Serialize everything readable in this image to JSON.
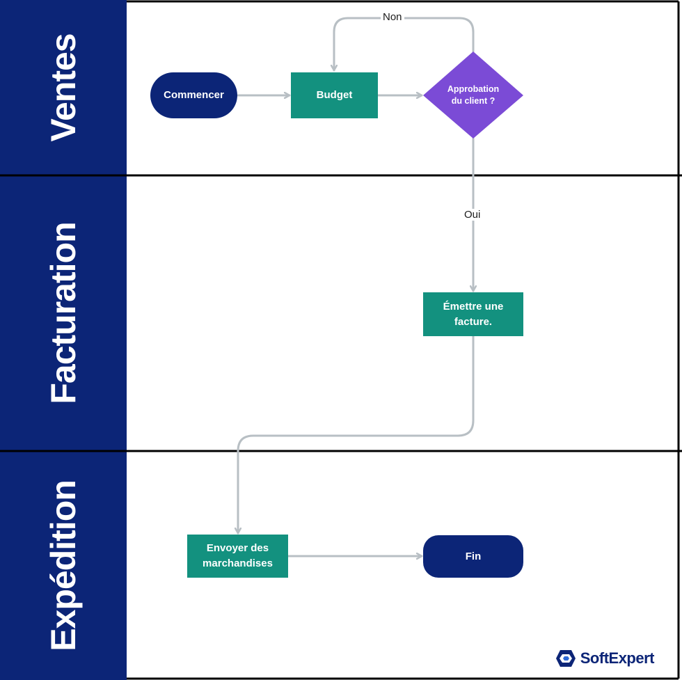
{
  "lanes": [
    {
      "label": "Ventes"
    },
    {
      "label": "Facturation"
    },
    {
      "label": "Expédition"
    }
  ],
  "nodes": {
    "start": "Commencer",
    "budget": "Budget",
    "decision_line1": "Approbation",
    "decision_line2": "du client ?",
    "invoice_line1": "Émettre une",
    "invoice_line2": "facture.",
    "ship_line1": "Envoyer des",
    "ship_line2": "marchandises",
    "end": "Fin"
  },
  "edges": {
    "no_label": "Non",
    "yes_label": "Oui"
  },
  "logo": {
    "text": "SoftExpert"
  },
  "colors": {
    "lane_header": "#0c2577",
    "terminal": "#0c2577",
    "process": "#13917f",
    "decision": "#7b4bd6",
    "connector": "#b8bfc4",
    "border": "#000000"
  }
}
